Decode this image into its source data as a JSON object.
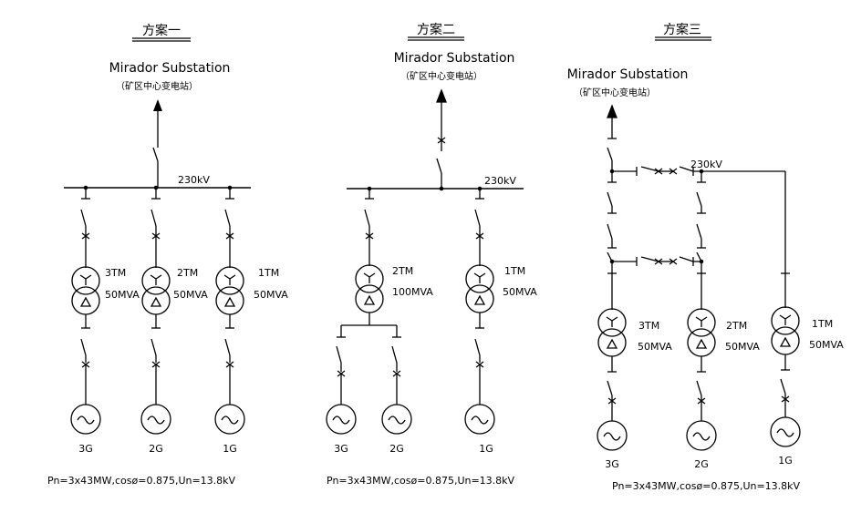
{
  "schemes": [
    {
      "title": "方案一",
      "substation": "Mirador Substation",
      "substation_cn": "（矿区中心变电站）",
      "bus_label": "230kV",
      "transformers": [
        {
          "name": "3TM",
          "rating": "50MVA"
        },
        {
          "name": "2TM",
          "rating": "50MVA"
        },
        {
          "name": "1TM",
          "rating": "50MVA"
        }
      ],
      "generators": [
        "3G",
        "2G",
        "1G"
      ],
      "footer": "Pn=3x43MW,cosø=0.875,Un=13.8kV"
    },
    {
      "title": "方案二",
      "substation": "Mirador Substation",
      "substation_cn": "（矿区中心变电站）",
      "bus_label": "230kV",
      "transformers": [
        {
          "name": "2TM",
          "rating": "100MVA"
        },
        {
          "name": "1TM",
          "rating": "50MVA"
        }
      ],
      "generators": [
        "3G",
        "2G",
        "1G"
      ],
      "footer": "Pn=3x43MW,cosø=0.875,Un=13.8kV"
    },
    {
      "title": "方案三",
      "substation": "Mirador Substation",
      "substation_cn": "（矿区中心变电站）",
      "bus_label": "230kV",
      "transformers": [
        {
          "name": "3TM",
          "rating": "50MVA"
        },
        {
          "name": "2TM",
          "rating": "50MVA"
        },
        {
          "name": "1TM",
          "rating": "50MVA"
        }
      ],
      "generators": [
        "3G",
        "2G",
        "1G"
      ],
      "footer": "Pn=3x43MW,cosø=0.875,Un=13.8kV"
    }
  ]
}
